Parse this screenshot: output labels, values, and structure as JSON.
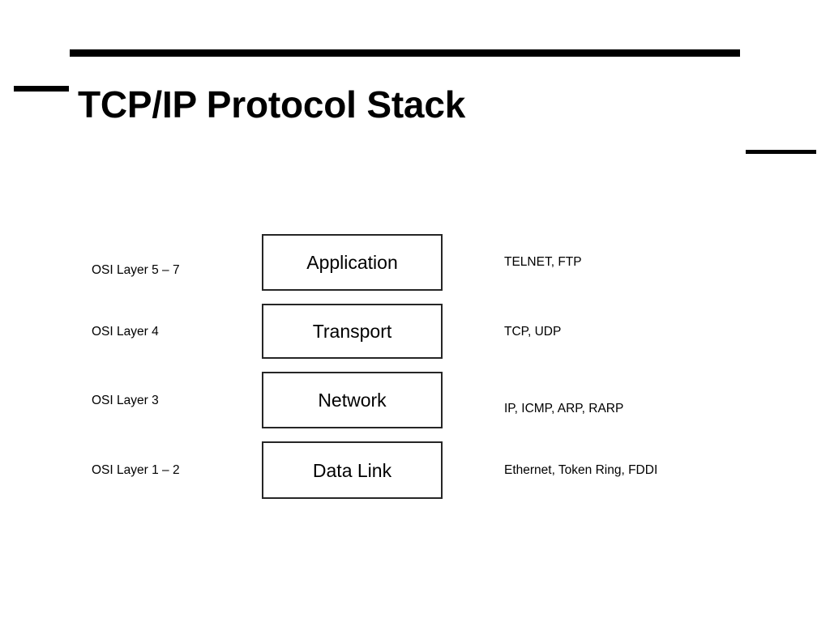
{
  "slide": {
    "title": "TCP/IP Protocol Stack",
    "background_color": "#FFFFFF",
    "text_color": "#000000",
    "rule_color": "#000000",
    "box_border_color": "#262626"
  },
  "columns": {
    "osi_header": "",
    "layer_header": "",
    "protocol_header": ""
  },
  "layers": [
    {
      "osi": "OSI Layer 5 – 7",
      "name": "Application",
      "protocols": "TELNET, FTP"
    },
    {
      "osi": "OSI Layer 4",
      "name": "Transport",
      "protocols": "TCP, UDP"
    },
    {
      "osi": "OSI Layer 3",
      "name": "Network",
      "protocols": "IP, ICMP, ARP, RARP"
    },
    {
      "osi": "OSI Layer 1 – 2",
      "name": "Data Link",
      "protocols": "Ethernet, Token Ring, FDDI"
    }
  ]
}
